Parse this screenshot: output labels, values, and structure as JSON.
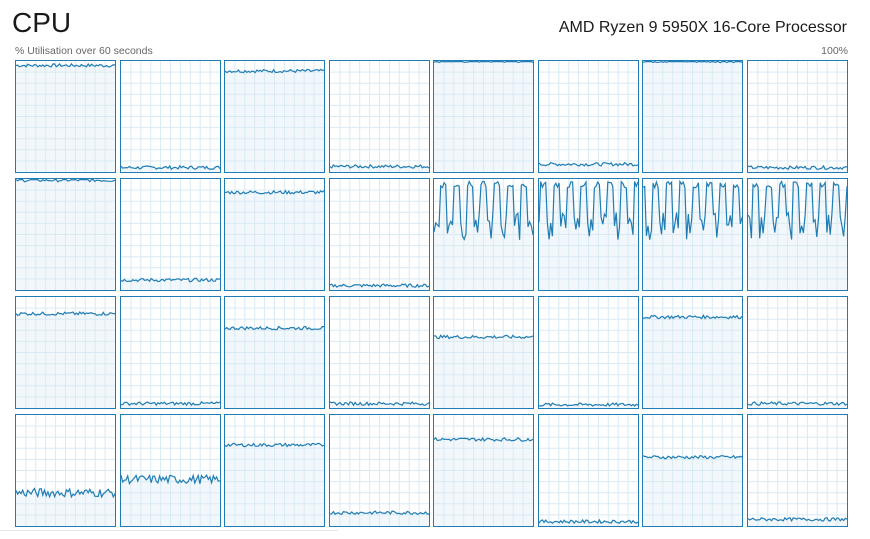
{
  "header": {
    "title": "CPU",
    "processor": "AMD Ryzen 9 5950X 16-Core Processor",
    "subtitle": "% Utilisation over 60 seconds",
    "max_label": "100%"
  },
  "colors": {
    "line": "#1f7cb4",
    "fill": "#f1f6fb",
    "gridline": "#d9eaf4",
    "border": "#1f7cb4"
  },
  "logical_processors": [
    {
      "index": 0,
      "avg_utilisation": 96
    },
    {
      "index": 1,
      "avg_utilisation": 4
    },
    {
      "index": 2,
      "avg_utilisation": 91
    },
    {
      "index": 3,
      "avg_utilisation": 5
    },
    {
      "index": 4,
      "avg_utilisation": 100
    },
    {
      "index": 5,
      "avg_utilisation": 7
    },
    {
      "index": 6,
      "avg_utilisation": 100
    },
    {
      "index": 7,
      "avg_utilisation": 4
    },
    {
      "index": 8,
      "avg_utilisation": 99
    },
    {
      "index": 9,
      "avg_utilisation": 9
    },
    {
      "index": 10,
      "avg_utilisation": 88
    },
    {
      "index": 11,
      "avg_utilisation": 4
    },
    {
      "index": 12,
      "avg_utilisation": 85,
      "pattern": "oscillating"
    },
    {
      "index": 13,
      "avg_utilisation": 80,
      "pattern": "oscillating"
    },
    {
      "index": 14,
      "avg_utilisation": 82,
      "pattern": "oscillating"
    },
    {
      "index": 15,
      "avg_utilisation": 80,
      "pattern": "oscillating"
    },
    {
      "index": 16,
      "avg_utilisation": 85
    },
    {
      "index": 17,
      "avg_utilisation": 4
    },
    {
      "index": 18,
      "avg_utilisation": 72
    },
    {
      "index": 19,
      "avg_utilisation": 4
    },
    {
      "index": 20,
      "avg_utilisation": 64
    },
    {
      "index": 21,
      "avg_utilisation": 3
    },
    {
      "index": 22,
      "avg_utilisation": 82
    },
    {
      "index": 23,
      "avg_utilisation": 4
    },
    {
      "index": 24,
      "avg_utilisation": 30
    },
    {
      "index": 25,
      "avg_utilisation": 42
    },
    {
      "index": 26,
      "avg_utilisation": 73
    },
    {
      "index": 27,
      "avg_utilisation": 12
    },
    {
      "index": 28,
      "avg_utilisation": 78
    },
    {
      "index": 29,
      "avg_utilisation": 4
    },
    {
      "index": 30,
      "avg_utilisation": 62
    },
    {
      "index": 31,
      "avg_utilisation": 6
    }
  ]
}
